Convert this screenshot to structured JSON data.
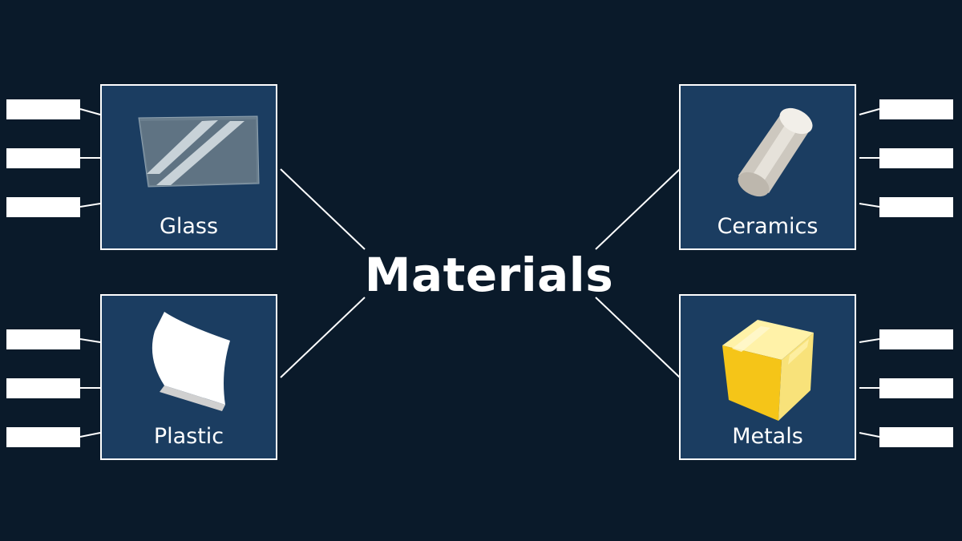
{
  "title": "Materials",
  "categories": [
    {
      "id": "glass",
      "label": "Glass",
      "icon": "glass-pane-icon"
    },
    {
      "id": "plastic",
      "label": "Plastic",
      "icon": "plastic-sheet-icon"
    },
    {
      "id": "ceramics",
      "label": "Ceramics",
      "icon": "ceramic-rod-icon"
    },
    {
      "id": "metals",
      "label": "Metals",
      "icon": "metal-cube-icon"
    }
  ],
  "colors": {
    "background": "#0a1a2a",
    "box_fill": "#1b3d61",
    "box_border": "#ffffff",
    "text": "#ffffff",
    "metal_gold": "#f5c518"
  }
}
